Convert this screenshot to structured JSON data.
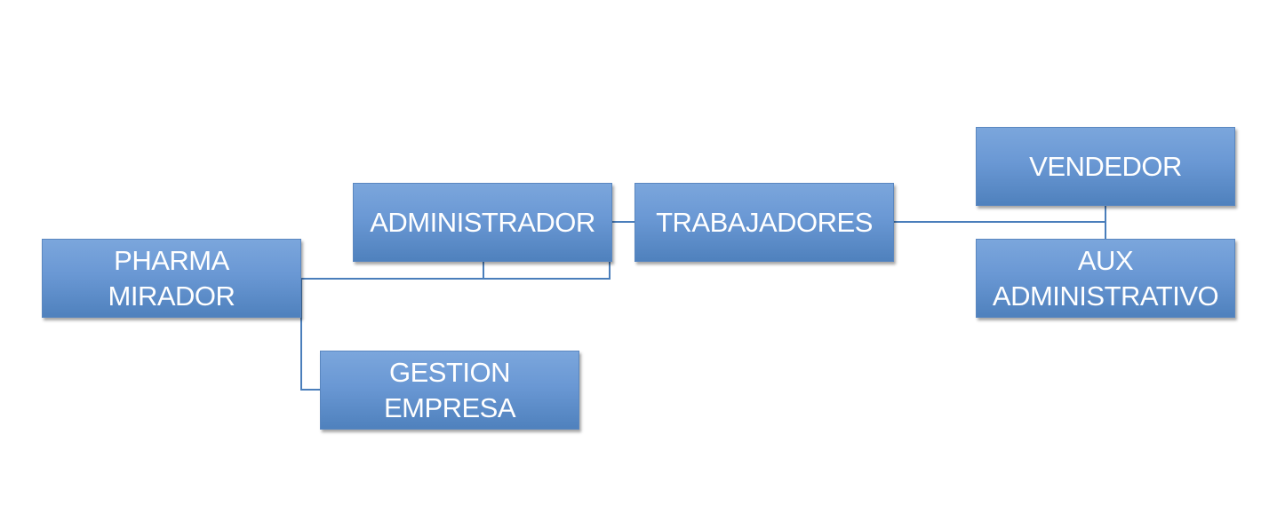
{
  "diagram": {
    "nodes": {
      "pharma": "PHARMA\nMIRADOR",
      "administrador": "ADMINISTRADOR",
      "trabajadores": "TRABAJADORES",
      "vendedor": "VENDEDOR",
      "aux": "AUX\nADMINISTRATIVO",
      "gestion": "GESTION EMPRESA"
    },
    "edges": [
      {
        "from": "pharma",
        "to": "administrador"
      },
      {
        "from": "pharma",
        "to": "gestion"
      },
      {
        "from": "administrador",
        "to": "trabajadores"
      },
      {
        "from": "trabajadores",
        "to": "vendedor"
      },
      {
        "from": "trabajadores",
        "to": "aux"
      }
    ],
    "colors": {
      "box": "#4f81bd",
      "connector": "#4a7ebb",
      "text": "#ffffff"
    }
  }
}
